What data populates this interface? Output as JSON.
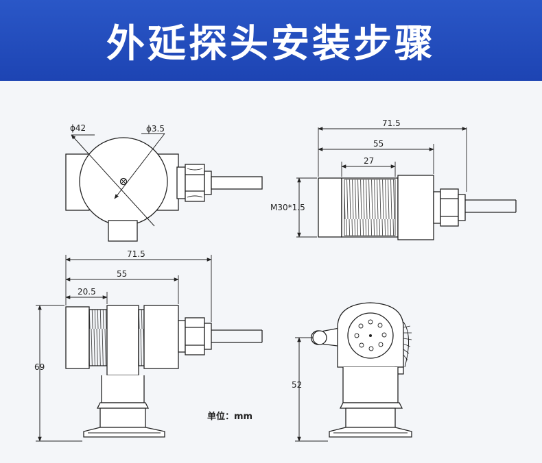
{
  "header": {
    "title": "外延探头安装步骤"
  },
  "views": {
    "top_left": {
      "diameter_body": "ϕ42",
      "diameter_hole": "ϕ3.5"
    },
    "top_right": {
      "overall_length": "71.5",
      "body_length": "55",
      "thread_length": "27",
      "thread_spec": "M30*1.5"
    },
    "bottom_left": {
      "overall_length": "71.5",
      "body_length": "55",
      "head_length": "20.5",
      "height": "69"
    },
    "bottom_right": {
      "height": "52"
    }
  },
  "unit_note": "单位：mm",
  "colors": {
    "banner": "#1d44b3",
    "line": "#222222",
    "background": "#f4f6f9"
  }
}
